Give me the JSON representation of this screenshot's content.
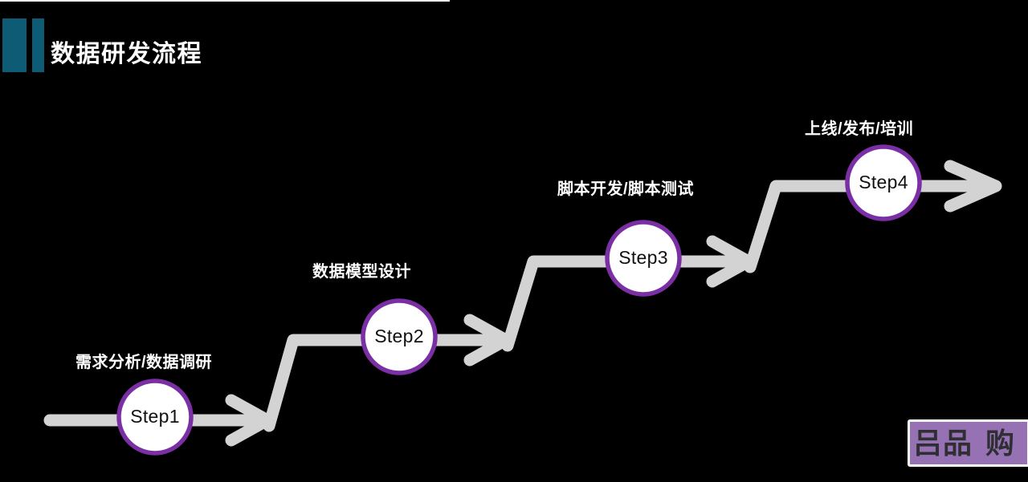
{
  "title": {
    "text": "数据研发流程"
  },
  "diagram": {
    "type": "stair-step process flow",
    "steps": [
      {
        "id": "Step1",
        "label": "需求分析/数据调研"
      },
      {
        "id": "Step2",
        "label": "数据模型设计"
      },
      {
        "id": "Step3",
        "label": "脚本开发/脚本测试"
      },
      {
        "id": "Step4",
        "label": "上线/发布/培训"
      }
    ]
  },
  "watermark": {
    "left_text": "吕品",
    "right_text": "购"
  },
  "colors": {
    "background": "#000000",
    "title_text": "#ffffff",
    "accent_bar": "#0d5b74",
    "arrow": "#d3d3d3",
    "step_ring": "#7b2fa5",
    "step_fill": "#ffffff",
    "step_text": "#111111",
    "label_text": "#ffffff",
    "watermark_bg": "#9672b5",
    "watermark_border": "#ffffff",
    "watermark_text": "#2f2f33"
  }
}
